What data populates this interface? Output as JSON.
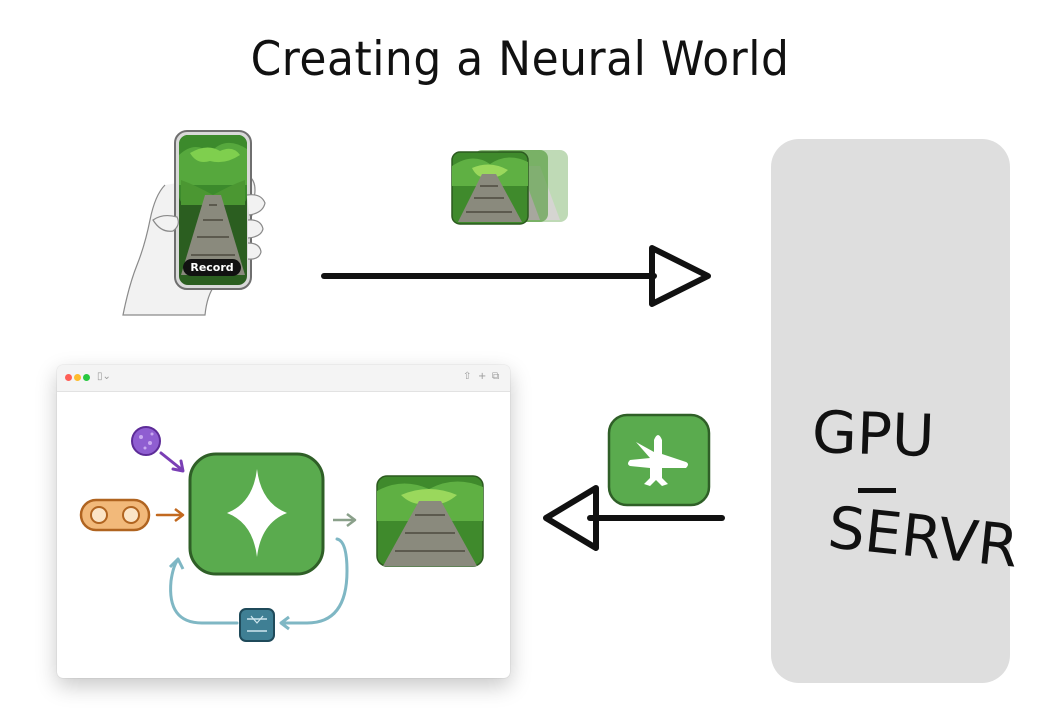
{
  "title": "Creating a Neural World",
  "phone": {
    "record_label": "Record"
  },
  "server": {
    "label_line1": "GPU",
    "label_line2": "SERVR"
  },
  "colors": {
    "model_green": "#5aab4e",
    "server_gray": "#dedede",
    "forest_green": "#3f8a2c",
    "arrow_black": "#111111",
    "purple": "#7a3fb5",
    "orange": "#e08a3c",
    "teal": "#7fb7c4",
    "slate": "#2f5f7a"
  },
  "icons": {
    "title": "handwritten-title",
    "phone": "phone-in-hand-icon",
    "video_frames": "video-frames-icon",
    "model": "sparkle-model-icon",
    "plane": "airplane-icon",
    "controller": "controller-icon",
    "gpu": "gpu-server-icon"
  }
}
